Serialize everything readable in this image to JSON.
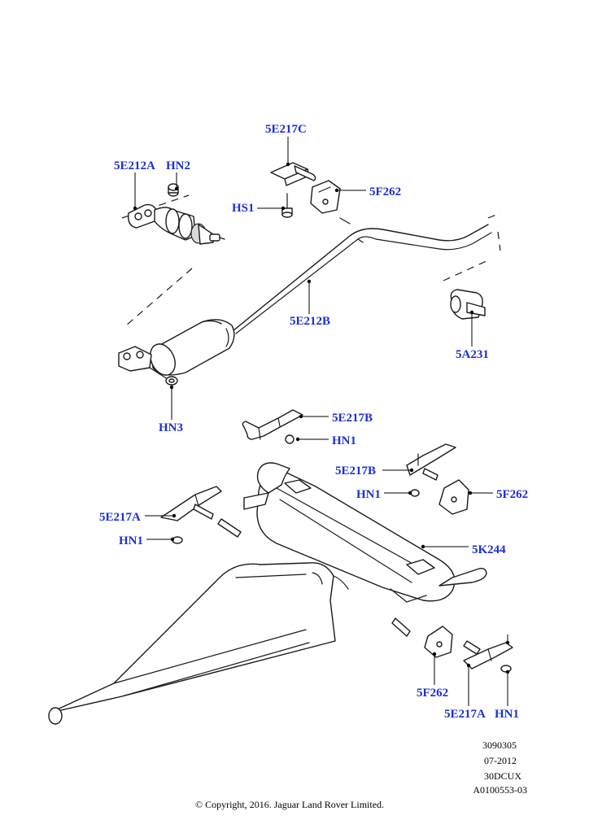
{
  "colors": {
    "callout": "#1c2fd6",
    "line": "#1a1a1a",
    "background": "#ffffff"
  },
  "callouts": {
    "c_5E217C": "5E217C",
    "c_5E212A": "5E212A",
    "c_HN2": "HN2",
    "c_HS1": "HS1",
    "c_5F262_top": "5F262",
    "c_5E212B": "5E212B",
    "c_5A231": "5A231",
    "c_HN3": "HN3",
    "c_5E217B_1": "5E217B",
    "c_HN1_1": "HN1",
    "c_5E217B_2": "5E217B",
    "c_HN1_2": "HN1",
    "c_5F262_mid": "5F262",
    "c_5E217A_1": "5E217A",
    "c_HN1_3": "HN1",
    "c_5K244": "5K244",
    "c_5F262_bot": "5F262",
    "c_5E217A_2": "5E217A",
    "c_HN1_4": "HN1"
  },
  "meta": {
    "ref_number": "3090305",
    "date": "07-2012",
    "code": "30DCUX",
    "illustration_id": "A0100553-03",
    "copyright": "© Copyright, 2016. Jaguar Land Rover Limited."
  }
}
